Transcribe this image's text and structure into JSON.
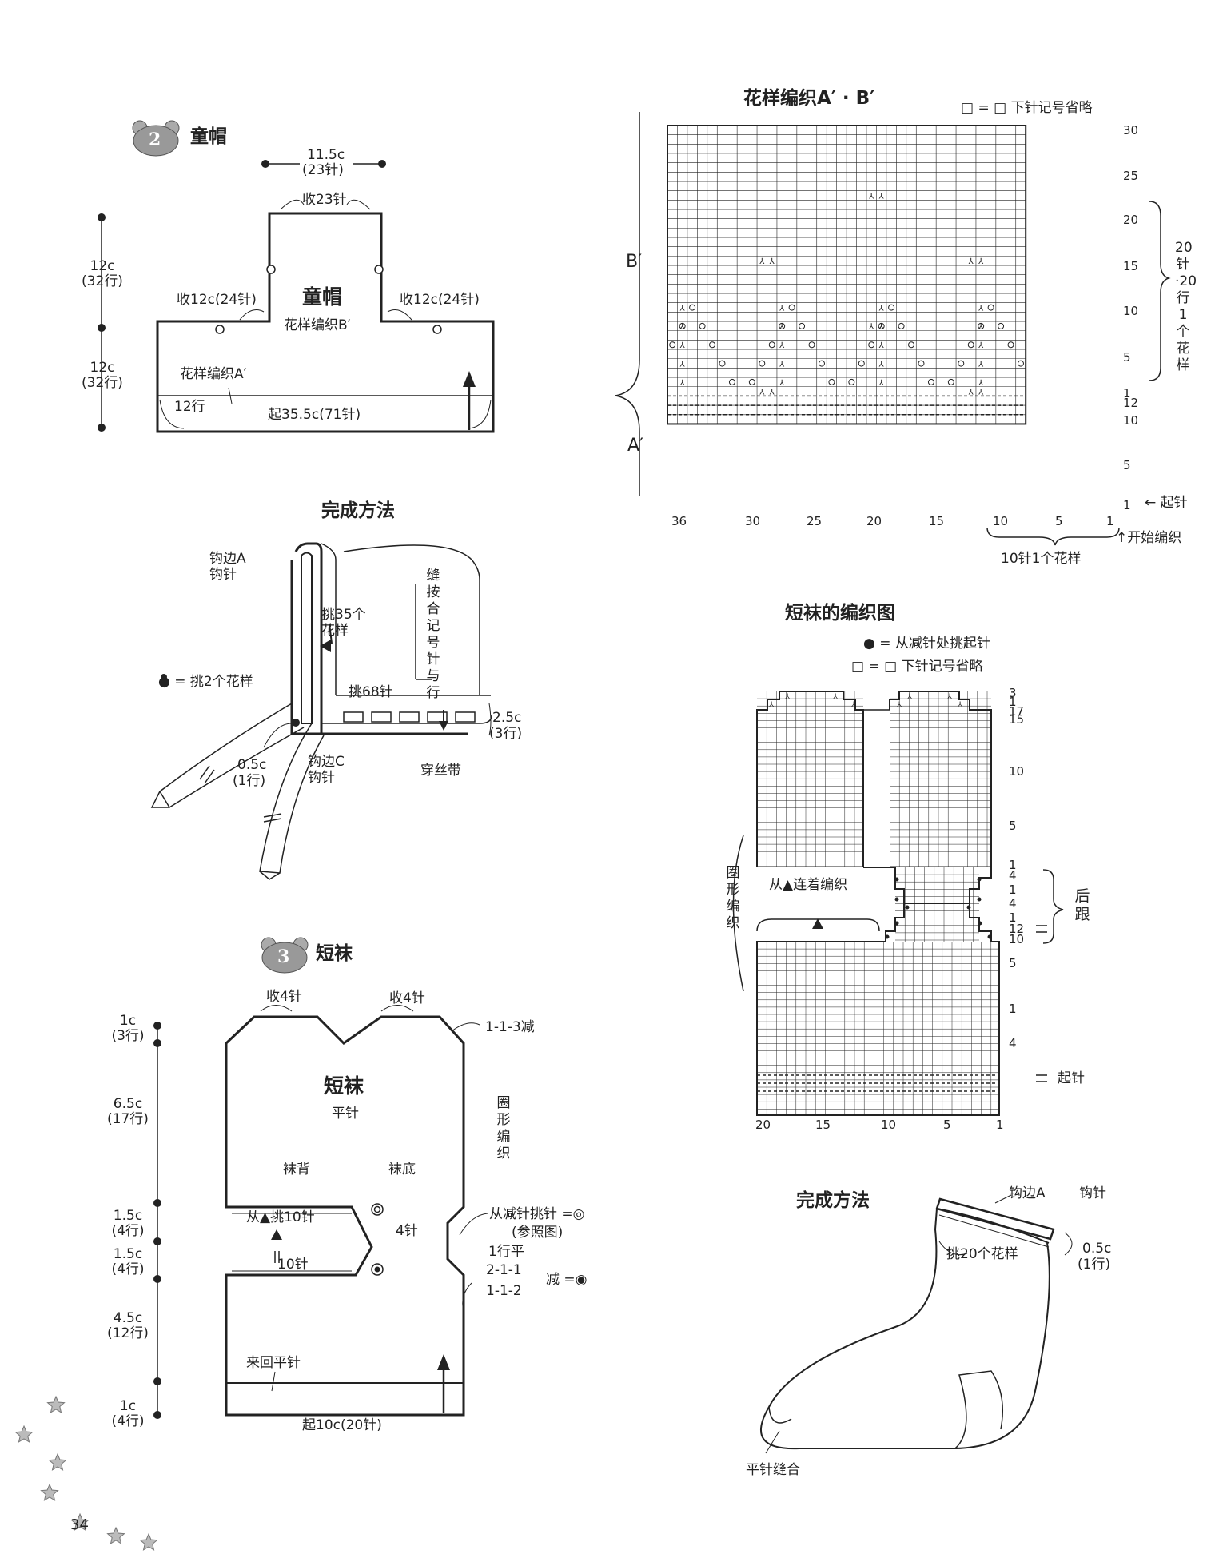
{
  "page_number": "34",
  "cap": {
    "badge": "2",
    "title": "童帽",
    "top_width": "11.5c",
    "top_width_st": "(23针)",
    "dec_top": "收23针",
    "dec_left": "收12c(24针)",
    "dec_right": "收12c(24针)",
    "height_upper": "12c",
    "height_upper_rows": "(32行)",
    "height_lower": "12c",
    "height_lower_rows": "(32行)",
    "piece_name": "童帽",
    "piece_pattern": "花样编织B′",
    "pattern_a": "花样编织A′",
    "rows_12": "12行",
    "cast_on": "起35.5c(71针)"
  },
  "cap_finish": {
    "title": "完成方法",
    "edge_a_1": "钩边A",
    "edge_a_2": "钩针",
    "pick_35_1": "挑35个",
    "pick_35_2": "花样",
    "seam_vertical": "缝按合记号针与行",
    "legend_dot": "● = 挑2个花样",
    "pick_68": "挑68针",
    "brim_width": "2.5c",
    "brim_rows": "(3行)",
    "edge_width": "0.5c",
    "edge_rows": "(1行)",
    "edge_c_1": "钩边C",
    "edge_c_2": "钩针",
    "ribbon": "穿丝带"
  },
  "chart_ab": {
    "title": "花样编织A′ · B′",
    "legend": "□ = □ 下针记号省略",
    "label_b": "B′",
    "label_a": "A′",
    "right_rows": [
      "30",
      "25",
      "20",
      "15",
      "10",
      "5",
      "1",
      "12",
      "10",
      "5",
      "1"
    ],
    "bottom_cols": [
      "36",
      "30",
      "25",
      "20",
      "15",
      "10",
      "5",
      "1"
    ],
    "repeat_rows": "20针·20行1个花样",
    "cast_on": "← 起针",
    "start": "↑开始编织",
    "repeat_st": "10针1个花样"
  },
  "sock_chart": {
    "title": "短袜的编织图",
    "legend_dot": "● = 从减针处挑起针",
    "legend_sym": "□ = □ 下针记号省略",
    "rows_upper": [
      "3",
      "1",
      "17",
      "15",
      "10",
      "5",
      "1"
    ],
    "rows_heel": [
      "4",
      "1",
      "4",
      "1"
    ],
    "rows_lower": [
      "12",
      "10",
      "5",
      "1",
      "4"
    ],
    "round_knit": "圈形编织",
    "continue": "从▲连着编织",
    "heel": "后跟",
    "cast_on": "起针",
    "bottom_cols": [
      "20",
      "15",
      "10",
      "5",
      "1"
    ]
  },
  "sock": {
    "badge": "3",
    "title": "短袜",
    "dec_left": "收4针",
    "dec_right": "收4针",
    "dec_rule": "1-1-3减",
    "piece_name": "短袜",
    "piece_stitch": "平针",
    "back": "袜背",
    "sole": "袜底",
    "round_knit": "圈形编织",
    "pick_10": "从▲挑10针",
    "four_st": "4针",
    "ten_st": "10针",
    "pick_from_dec": "从减针挑针 =◎",
    "ref": "(参照图)",
    "row_flat": "1行平",
    "rule_1": "2-1-1",
    "rule_2": "1-1-2",
    "dec_mark": "减 =◉",
    "flat_back_forth": "来回平针",
    "cast_on": "起10c(20针)",
    "dims": [
      {
        "len": "1c",
        "rows": "(3行)"
      },
      {
        "len": "6.5c",
        "rows": "(17行)"
      },
      {
        "len": "1.5c",
        "rows": "(4行)"
      },
      {
        "len": "1.5c",
        "rows": "(4行)"
      },
      {
        "len": "4.5c",
        "rows": "(12行)"
      },
      {
        "len": "1c",
        "rows": "(4行)"
      }
    ]
  },
  "sock_finish": {
    "title": "完成方法",
    "edge_a": "钩边A",
    "hook": "钩针",
    "pick_20": "挑20个花样",
    "edge_width": "0.5c",
    "edge_rows": "(1行)",
    "seam": "平针缝合"
  }
}
